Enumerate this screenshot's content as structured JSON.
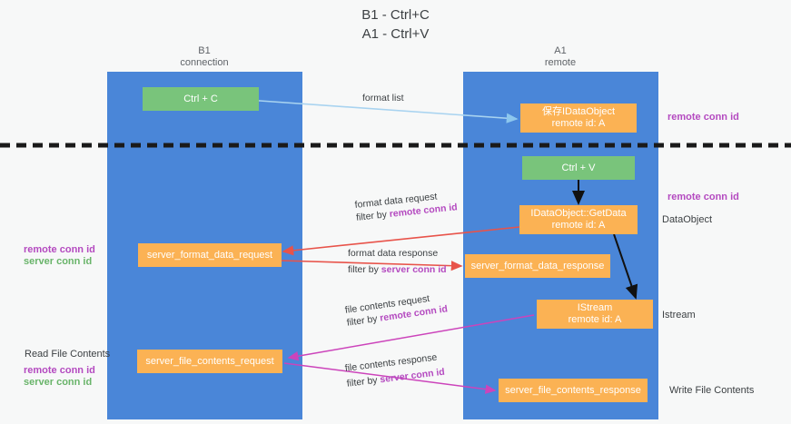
{
  "title": "B1 - Ctrl+C\nA1 - Ctrl+V",
  "columns": [
    {
      "name": "b1",
      "line1": "B1",
      "line2": "connection"
    },
    {
      "name": "a1",
      "line1": "A1",
      "line2": "remote"
    }
  ],
  "boxes": {
    "ctrl_c": {
      "label": "Ctrl + C",
      "sub": "",
      "color": "#79c47b"
    },
    "save_dataobject": {
      "label": "保存IDataObject",
      "sub": "remote id: A",
      "color": "#fbb254"
    },
    "ctrl_v": {
      "label": "Ctrl + V",
      "sub": "",
      "color": "#79c47b"
    },
    "getdata": {
      "label": "IDataObject::GetData",
      "sub": "remote id: A",
      "color": "#fbb254"
    },
    "fmt_req": {
      "label": "server_format_data_request",
      "sub": "",
      "color": "#fbb254"
    },
    "fmt_resp": {
      "label": "server_format_data_response",
      "sub": "",
      "color": "#fbb254"
    },
    "istream": {
      "label": "IStream",
      "sub": "remote id: A",
      "color": "#fbb254"
    },
    "file_req": {
      "label": "server_file_contents_request",
      "sub": "",
      "color": "#fbb254"
    },
    "file_resp": {
      "label": "server_file_contents_response",
      "sub": "",
      "color": "#fbb254"
    }
  },
  "edges": {
    "format_list": {
      "line1": "format list",
      "line2": "",
      "line2_hl": ""
    },
    "fmt_data_req": {
      "line1": "format data request",
      "line2_prefix": "filter by ",
      "line2_hl": "remote conn id"
    },
    "fmt_data_resp": {
      "line1": "format data response",
      "line2_prefix": "filter by ",
      "line2_hl": "server conn id"
    },
    "file_req": {
      "line1": "file contents request",
      "line2_prefix": "filter by ",
      "line2_hl": "remote conn id"
    },
    "file_resp": {
      "line1": "file contents response",
      "line2_prefix": "filter by ",
      "line2_hl": "server conn id"
    }
  },
  "notes": {
    "right_remote_conn_top": "remote conn id",
    "right_remote_conn_mid": "remote conn id",
    "right_dataobject": "DataObject",
    "right_istream": "Istream",
    "right_write_file": "Write File Contents",
    "left_remote_conn_1": "remote conn id",
    "left_server_conn_1": "server conn id",
    "left_read_file": "Read File Contents",
    "left_remote_conn_2": "remote conn id",
    "left_server_conn_2": "server conn id"
  },
  "colors": {
    "lane": "#4a86d8",
    "green_box": "#79c47b",
    "orange_box": "#fbb254",
    "purple": "#b44ac0",
    "green_text": "#69b46a",
    "red_arrow": "#e8534a",
    "blue_arrow": "#a8d3f0",
    "magenta": "#cc44bb",
    "black": "#1a1a1a",
    "background": "#f7f8f8"
  }
}
